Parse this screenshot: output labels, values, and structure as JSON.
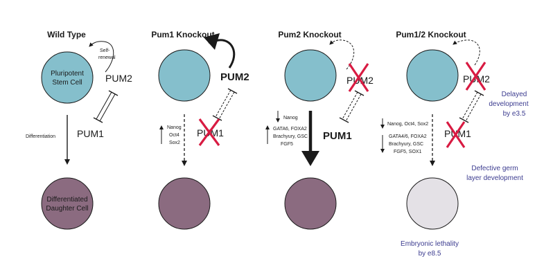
{
  "panels": {
    "wt": {
      "title": "Wild Type",
      "top_cell_line1": "Pluripotent",
      "top_cell_line2": "Stem Cell",
      "self_renewal_line1": "Self-",
      "self_renewal_line2": "renewal",
      "pum2": "PUM2",
      "pum1": "PUM1",
      "differentiation": "Differentiation",
      "bottom_cell_line1": "Differentiated",
      "bottom_cell_line2": "Daughter Cell"
    },
    "ko1": {
      "title": "Pum1 Knockout",
      "pum2": "PUM2",
      "pum1": "PUM1",
      "genes": [
        "Nanog",
        "Oct4",
        "Sox2"
      ]
    },
    "ko2": {
      "title": "Pum2 Knockout",
      "pum2": "PUM2",
      "pum1": "PUM1",
      "down_gene": "Nanog",
      "up_genes": [
        "GATA6, FOXA2",
        "Brachyury, GSC",
        "FGF5"
      ]
    },
    "ko12": {
      "title": "Pum1/2 Knockout",
      "pum2": "PUM2",
      "pum1": "PUM1",
      "down_gene": "Nanog, Oct4, Sox2",
      "down_genes2": [
        "GATA4/6, FOXA2",
        "Brachyury, GSC",
        "FGF5, SOX1"
      ],
      "note1": [
        "Delayed",
        "development",
        "by e3.5"
      ],
      "note2": [
        "Defective germ",
        "layer development"
      ],
      "note3": [
        "Embryonic lethality",
        "by e8.5"
      ]
    }
  },
  "colors": {
    "stem": "#85bfcc",
    "daughter": "#8b6b80",
    "failed": "#e4e1e6",
    "knockout_x": "#d81b42",
    "note": "#3b3b8f"
  }
}
